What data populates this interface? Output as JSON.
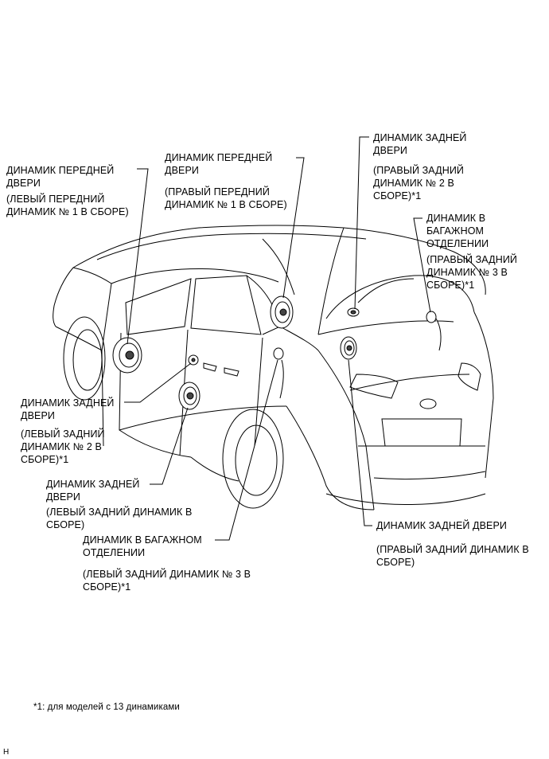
{
  "callouts": {
    "front_left_door": {
      "name": "ДИНАМИК ПЕРЕДНЕЙ\nДВЕРИ",
      "part": "(ЛЕВЫЙ ПЕРЕДНИЙ\nДИНАМИК № 1 В СБОРЕ)"
    },
    "front_right_door": {
      "name": "ДИНАМИК ПЕРЕДНЕЙ\nДВЕРИ",
      "part": "(ПРАВЫЙ ПЕРЕДНИЙ\nДИНАМИК № 1 В СБОРЕ)"
    },
    "rear_right_door_no2": {
      "name": "ДИНАМИК ЗАДНЕЙ\nДВЕРИ",
      "part": "(ПРАВЫЙ ЗАДНИЙ\nДИНАМИК № 2 В\nСБОРЕ)*1"
    },
    "rear_right_luggage": {
      "name": "ДИНАМИК В\nБАГАЖНОМ\nОТДЕЛЕНИИ",
      "part": "(ПРАВЫЙ ЗАДНИЙ\nДИНАМИК № 3 В\nСБОРЕ)*1"
    },
    "rear_left_door_no2": {
      "name": "ДИНАМИК ЗАДНЕЙ\nДВЕРИ",
      "part": "(ЛЕВЫЙ ЗАДНИЙ\nДИНАМИК № 2 В\nСБОРЕ)*1"
    },
    "rear_left_door": {
      "name": "ДИНАМИК ЗАДНЕЙ\nДВЕРИ",
      "part": "(ЛЕВЫЙ ЗАДНИЙ ДИНАМИК В\nСБОРЕ)"
    },
    "rear_left_luggage": {
      "name": "ДИНАМИК В БАГАЖНОМ\nОТДЕЛЕНИИ",
      "part": "(ЛЕВЫЙ ЗАДНИЙ ДИНАМИК № 3 В\nСБОРЕ)*1"
    },
    "rear_right_door": {
      "name": "ДИНАМИК ЗАДНЕЙ ДВЕРИ",
      "part": "(ПРАВЫЙ ЗАДНИЙ ДИНАМИК В\nСБОРЕ)"
    }
  },
  "footnote": "*1: для моделей с 13 динамиками",
  "figure_code": "H"
}
